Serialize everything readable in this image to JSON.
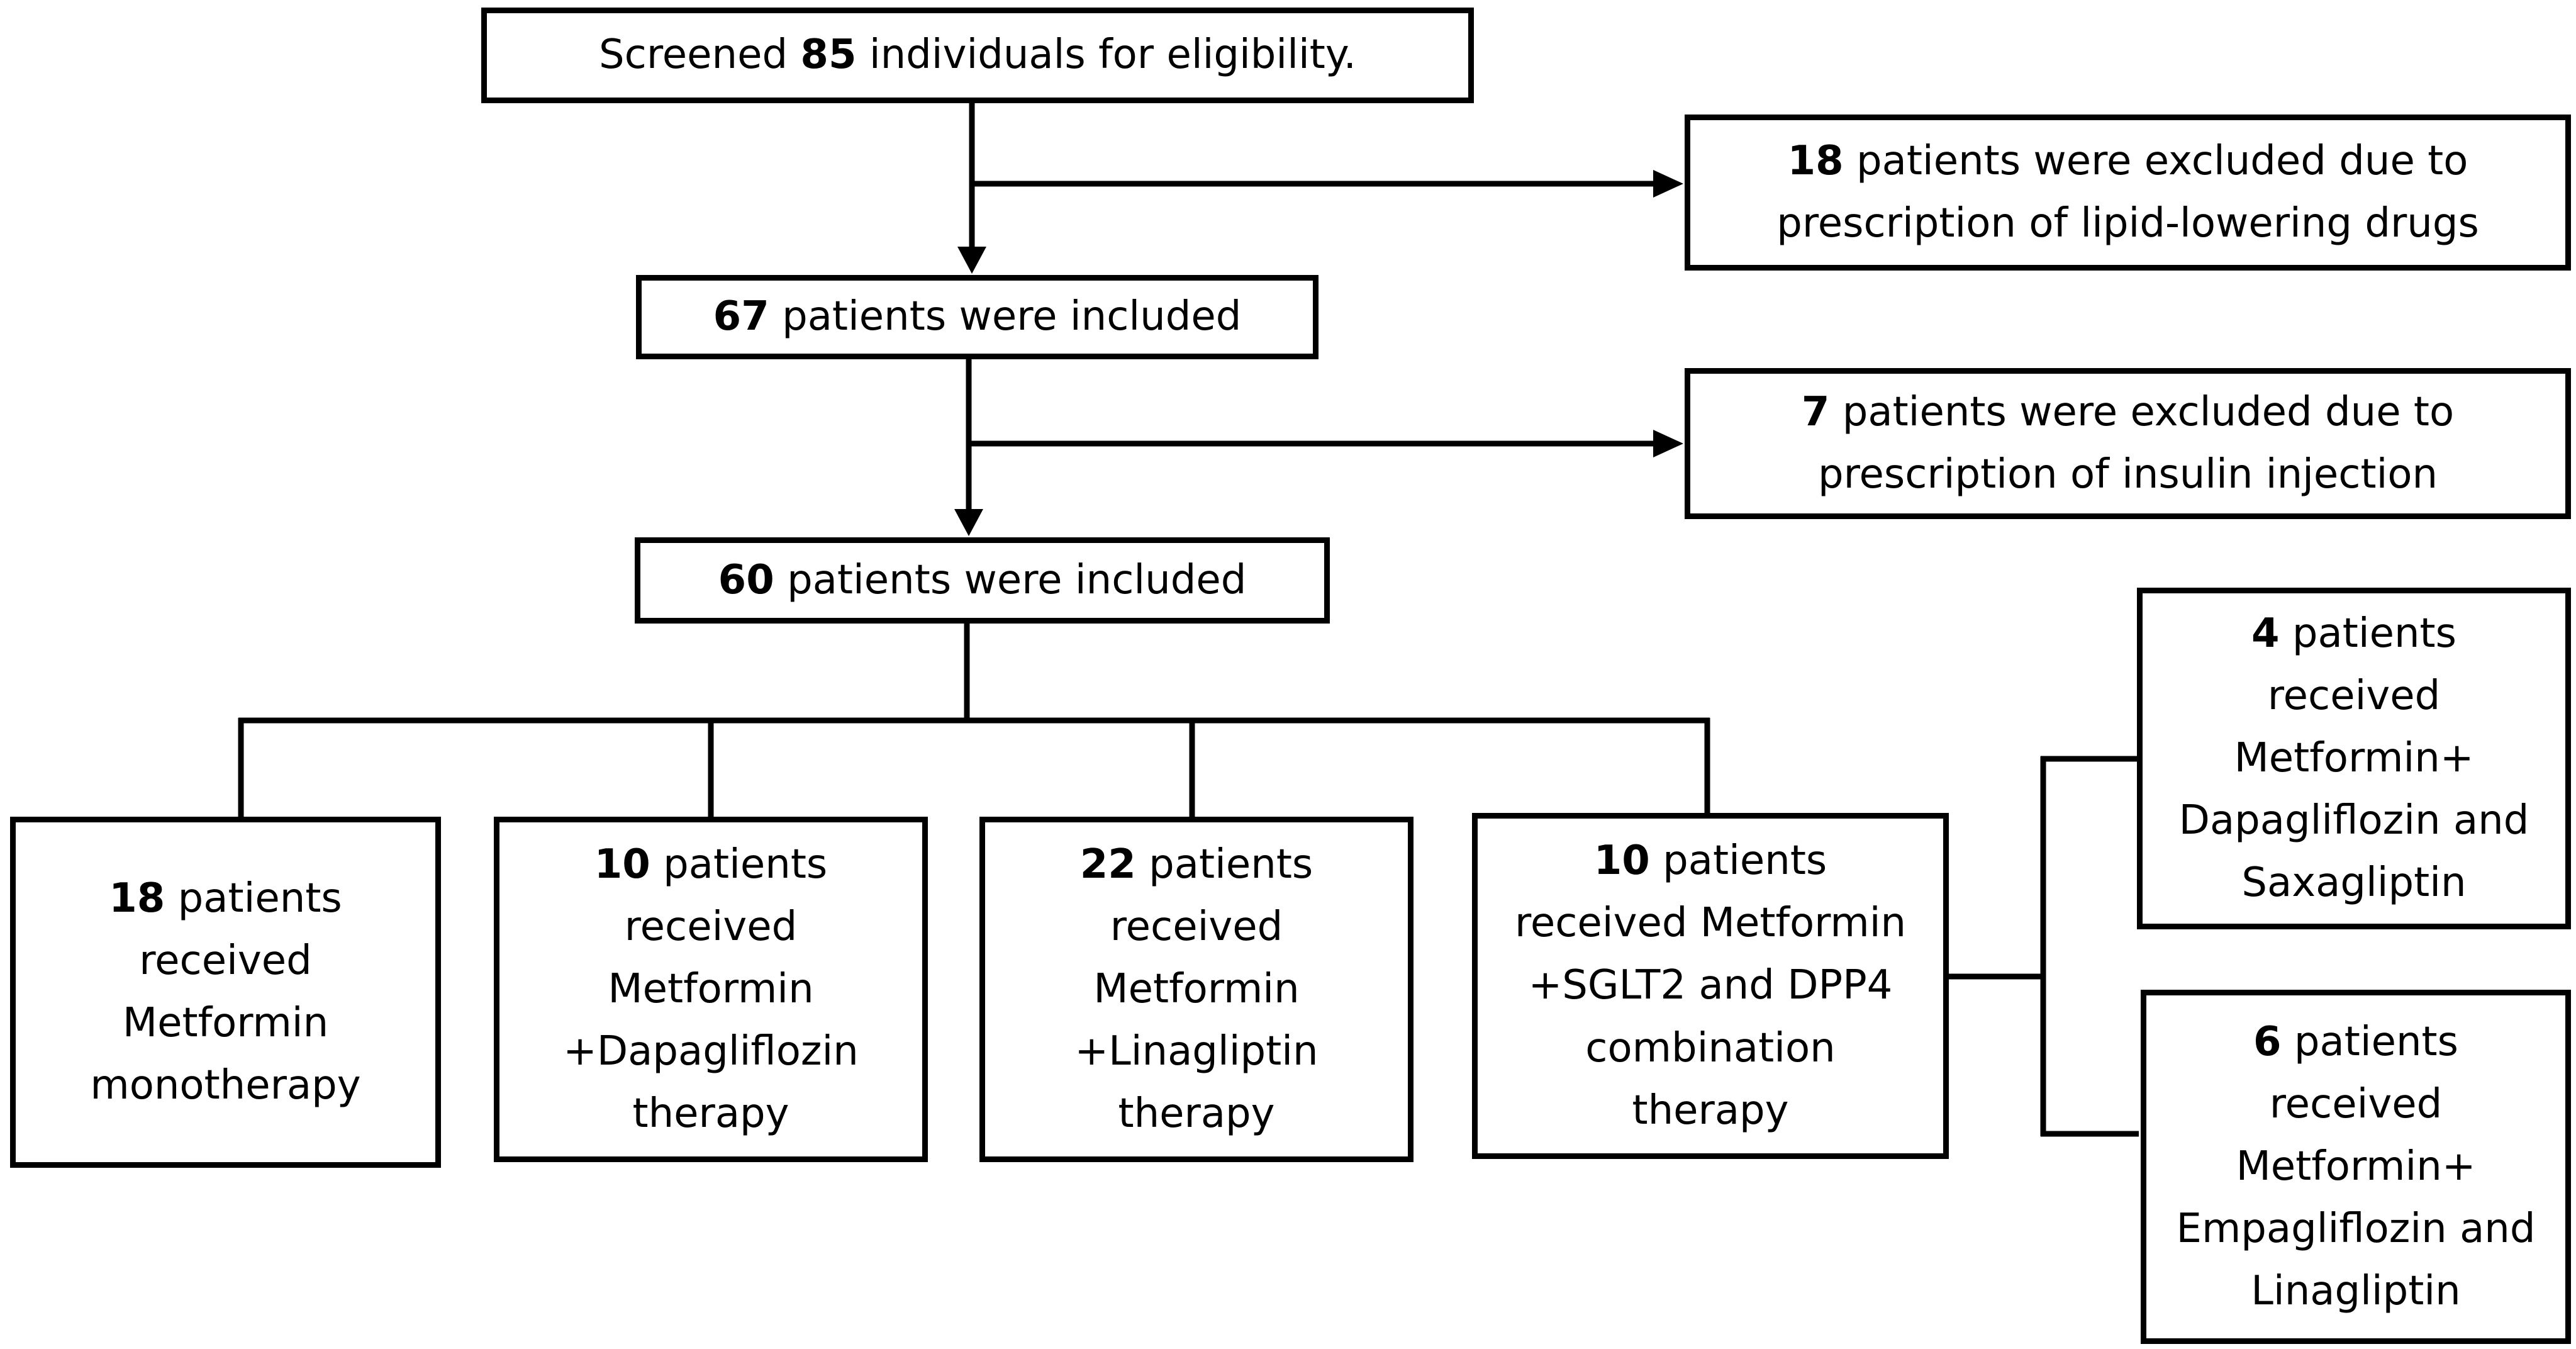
{
  "nodes": {
    "screened": {
      "lines": [
        [
          {
            "b": "",
            "t": "Screened "
          },
          {
            "b": "85",
            "t": ""
          },
          {
            "b": "",
            "t": " individuals for eligibility."
          }
        ]
      ]
    },
    "excluded_lipid": {
      "lines": [
        [
          {
            "b": "18",
            "t": ""
          },
          {
            "b": "",
            "t": " patients were excluded due to"
          }
        ],
        [
          {
            "b": "",
            "t": "prescription of lipid-lowering drugs"
          }
        ]
      ]
    },
    "included_67": {
      "lines": [
        [
          {
            "b": "67",
            "t": ""
          },
          {
            "b": "",
            "t": " patients were included"
          }
        ]
      ]
    },
    "excluded_insulin": {
      "lines": [
        [
          {
            "b": "7",
            "t": ""
          },
          {
            "b": "",
            "t": " patients were excluded due to"
          }
        ],
        [
          {
            "b": "",
            "t": "prescription of insulin injection"
          }
        ]
      ]
    },
    "included_60": {
      "lines": [
        [
          {
            "b": "60",
            "t": ""
          },
          {
            "b": "",
            "t": " patients were included"
          }
        ]
      ]
    },
    "metformin_mono": {
      "lines": [
        [
          {
            "b": "18",
            "t": ""
          },
          {
            "b": "",
            "t": " patients"
          }
        ],
        [
          {
            "b": "",
            "t": "received"
          }
        ],
        [
          {
            "b": "",
            "t": "Metformin"
          }
        ],
        [
          {
            "b": "",
            "t": "monotherapy"
          }
        ]
      ]
    },
    "metformin_dapa": {
      "lines": [
        [
          {
            "b": "10",
            "t": ""
          },
          {
            "b": "",
            "t": " patients"
          }
        ],
        [
          {
            "b": "",
            "t": "received"
          }
        ],
        [
          {
            "b": "",
            "t": "Metformin"
          }
        ],
        [
          {
            "b": "",
            "t": "+Dapagliflozin"
          }
        ],
        [
          {
            "b": "",
            "t": "therapy"
          }
        ]
      ]
    },
    "metformin_lina": {
      "lines": [
        [
          {
            "b": "22",
            "t": ""
          },
          {
            "b": "",
            "t": " patients"
          }
        ],
        [
          {
            "b": "",
            "t": "received"
          }
        ],
        [
          {
            "b": "",
            "t": "Metformin"
          }
        ],
        [
          {
            "b": "",
            "t": "+Linagliptin"
          }
        ],
        [
          {
            "b": "",
            "t": "therapy"
          }
        ]
      ]
    },
    "metformin_combo": {
      "lines": [
        [
          {
            "b": "10",
            "t": ""
          },
          {
            "b": "",
            "t": " patients"
          }
        ],
        [
          {
            "b": "",
            "t": "received Metformin"
          }
        ],
        [
          {
            "b": "",
            "t": "+SGLT2 and DPP4"
          }
        ],
        [
          {
            "b": "",
            "t": "combination"
          }
        ],
        [
          {
            "b": "",
            "t": "therapy"
          }
        ]
      ]
    },
    "dapa_saxa": {
      "lines": [
        [
          {
            "b": "4",
            "t": ""
          },
          {
            "b": "",
            "t": " patients"
          }
        ],
        [
          {
            "b": "",
            "t": "received"
          }
        ],
        [
          {
            "b": "",
            "t": "Metformin+"
          }
        ],
        [
          {
            "b": "",
            "t": "Dapagliflozin and"
          }
        ],
        [
          {
            "b": "",
            "t": "Saxagliptin"
          }
        ]
      ]
    },
    "empa_lina": {
      "lines": [
        [
          {
            "b": "6",
            "t": ""
          },
          {
            "b": "",
            "t": " patients"
          }
        ],
        [
          {
            "b": "",
            "t": "received"
          }
        ],
        [
          {
            "b": "",
            "t": "Metformin+"
          }
        ],
        [
          {
            "b": "",
            "t": "Empagliflozin and"
          }
        ],
        [
          {
            "b": "",
            "t": "Linagliptin"
          }
        ]
      ]
    }
  },
  "colors": {
    "stroke": "#000000",
    "fill": "#ffffff",
    "text": "#000000"
  }
}
